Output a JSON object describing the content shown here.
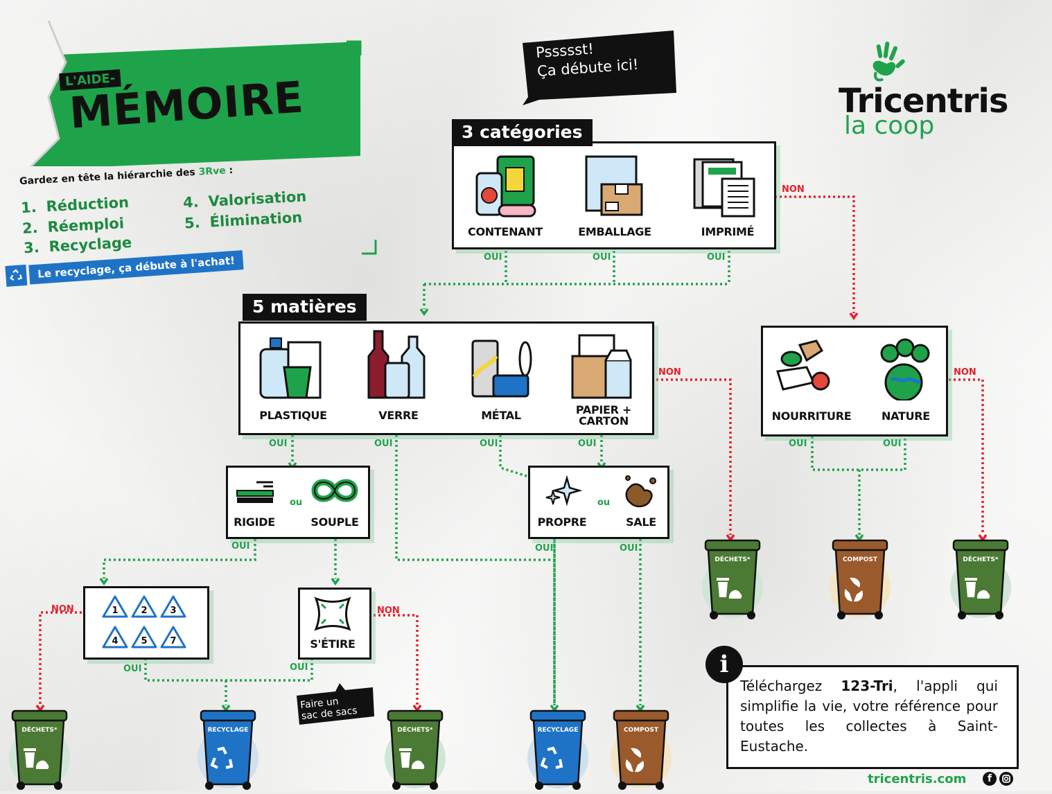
{
  "header": {
    "tag": "L'AIDE-",
    "title": "MÉMOIRE",
    "subtitle_prefix": "Gardez en tête la hiérarchie des ",
    "subtitle_highlight": "3Rve",
    "subtitle_suffix": " :",
    "list": [
      {
        "num": "1.",
        "label": "Réduction"
      },
      {
        "num": "2.",
        "label": "Réemploi"
      },
      {
        "num": "3.",
        "label": "Recyclage"
      },
      {
        "num": "4.",
        "label": "Valorisation"
      },
      {
        "num": "5.",
        "label": "Élimination"
      }
    ],
    "banner": "Le recyclage, ça débute à l'achat!"
  },
  "bubble_start": {
    "line1": "Pssssst!",
    "line2": "Ça débute ici!"
  },
  "bubble_bags": {
    "line1": "Faire un",
    "line2": "sac de sacs"
  },
  "logo": {
    "name": "Tricentris",
    "sub": "la coop"
  },
  "categories": {
    "title": "3 catégories",
    "items": [
      "CONTENANT",
      "EMBALLAGE",
      "IMPRIMÉ"
    ]
  },
  "materials": {
    "title": "5 matières",
    "items": [
      "PLASTIQUE",
      "VERRE",
      "MÉTAL",
      "PAPIER +",
      "CARTON"
    ]
  },
  "organic": {
    "items": [
      "NOURRITURE",
      "NATURE"
    ]
  },
  "plastic_type": {
    "rigid": "RIGIDE",
    "or": "ou",
    "soft": "SOUPLE"
  },
  "paper_state": {
    "clean": "PROPRE",
    "or": "ou",
    "dirty": "SALE"
  },
  "stretch": {
    "label": "S'ÉTIRE"
  },
  "resin_codes": [
    "1",
    "2",
    "3",
    "4",
    "5",
    "7"
  ],
  "answers": {
    "yes": "OUI",
    "no": "NON"
  },
  "bins": {
    "waste": "DÉCHETS*",
    "compost": "COMPOST",
    "recycling": "RECYCLAGE"
  },
  "info": {
    "prefix": "Téléchargez ",
    "app": "123-Tri",
    "suffix": ", l'appli qui simplifie la vie, votre référence pour toutes les collectes à Saint-Eustache."
  },
  "footer": {
    "url": "tricentris.com"
  },
  "colors": {
    "green": "#1ea34a",
    "dark_green": "#1c8a3f",
    "red": "#e5202a",
    "bin_waste": "#4a7a34",
    "bin_compost": "#9a5a2c",
    "bin_recycling": "#1f73c6",
    "blue_banner": "#1f73c6"
  }
}
